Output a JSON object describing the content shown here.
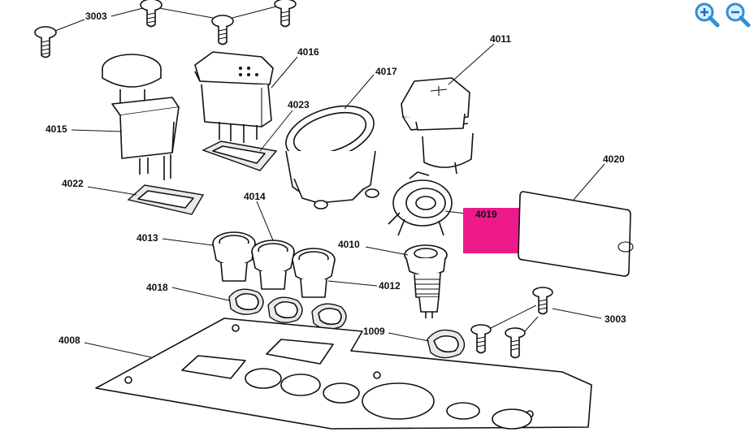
{
  "zoom": {
    "in_icon": "zoom-in-icon",
    "out_icon": "zoom-out-icon",
    "accent": "#2f8fd8"
  },
  "highlight_color": "#ee1a8c",
  "callouts": {
    "c3003_top": "3003",
    "c4011": "4011",
    "c4016": "4016",
    "c4017": "4017",
    "c4023": "4023",
    "c4015": "4015",
    "c4020": "4020",
    "c4022": "4022",
    "c4014": "4014",
    "c4019": "4019",
    "c4013": "4013",
    "c4010": "4010",
    "c4018": "4018",
    "c4012": "4012",
    "c3003_bottom": "3003",
    "c4008": "4008",
    "c1009": "1009"
  }
}
